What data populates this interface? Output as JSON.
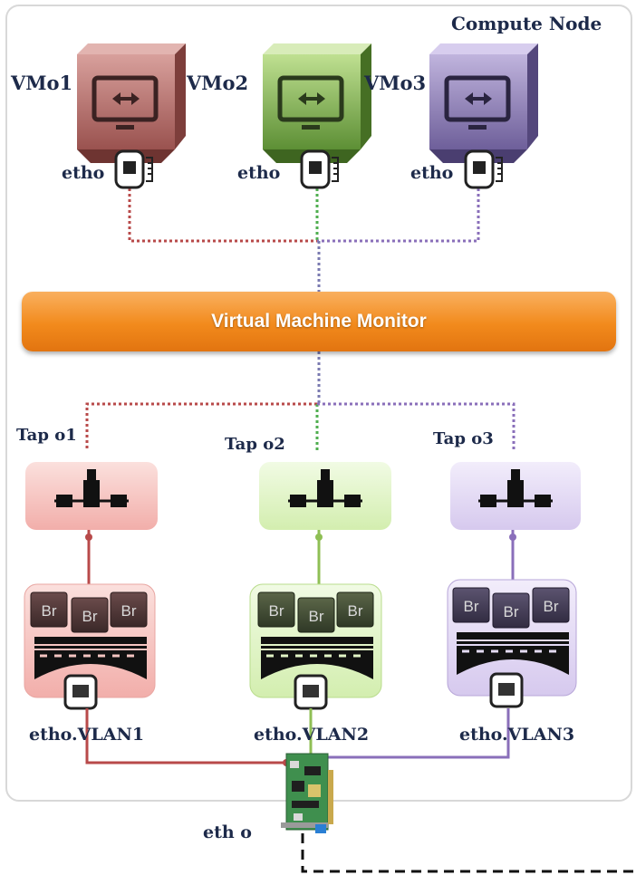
{
  "title": "Compute Node",
  "vms": [
    {
      "label": "VMo1",
      "nic": "etho",
      "color": "#b9736f"
    },
    {
      "label": "VMo2",
      "nic": "etho",
      "color": "#86b057"
    },
    {
      "label": "VMo3",
      "nic": "etho",
      "color": "#8d7bb4"
    }
  ],
  "vmm": {
    "label": "Virtual Machine Monitor",
    "color": "#f28a1c"
  },
  "taps": [
    {
      "label": "Tap o1",
      "color": "#b84a4a",
      "fill": "#f7c8c4"
    },
    {
      "label": "Tap o2",
      "color": "#73b347",
      "fill": "#e2f5c6"
    },
    {
      "label": "Tap o3",
      "color": "#8a6fba",
      "fill": "#e4dbf3"
    }
  ],
  "bridges": [
    {
      "icon": "Br",
      "count": 3,
      "vlan": "etho.VLAN1"
    },
    {
      "icon": "Br",
      "count": 3,
      "vlan": "etho.VLAN2"
    },
    {
      "icon": "Br",
      "count": 3,
      "vlan": "etho.VLAN3"
    }
  ],
  "physical_nic": {
    "label": "eth o"
  }
}
